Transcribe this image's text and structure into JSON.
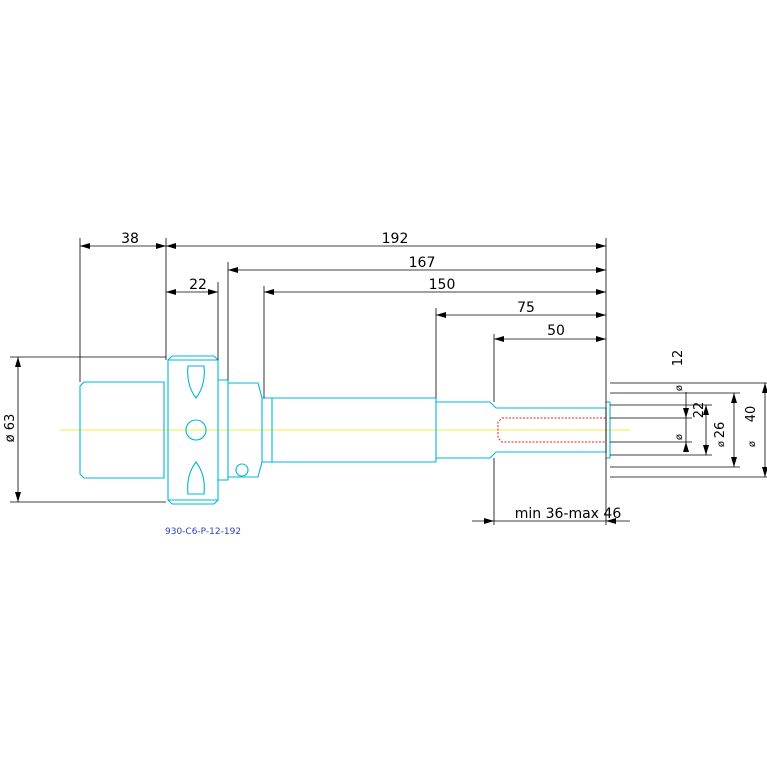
{
  "part_number": "930-C6-P-12-192",
  "dimensions": {
    "flange_length": "38",
    "overall_length": "192",
    "len_167": "167",
    "len_150": "150",
    "len_75": "75",
    "len_50": "50",
    "len_22": "22",
    "clamp_range": "min 36-max 46",
    "shank_diameter": "ø 63",
    "dia_12": "12",
    "dia_22": "22",
    "dia_26": "26",
    "dia_40": "40",
    "dia_symbol": "ø"
  },
  "colors": {
    "tool_outline": "#00b8d8",
    "centerline": "#e8e800",
    "bore": "#e02020",
    "dimension": "#000000",
    "part_label": "#3040c0"
  }
}
